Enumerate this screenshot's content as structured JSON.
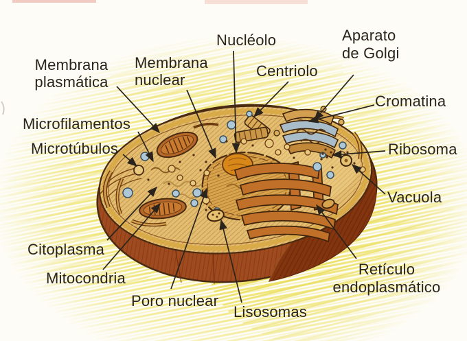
{
  "diagram": {
    "type": "cell-anatomy-diagram",
    "language": "es"
  },
  "labels": {
    "membrana_plasmatica": [
      "Membrana",
      "plasmática"
    ],
    "membrana_nuclear": [
      "Membrana",
      "nuclear"
    ],
    "nucleolo": "Nucléolo",
    "centriolo": "Centriolo",
    "aparato_golgi": [
      "Aparato",
      "de Golgi"
    ],
    "cromatina": "Cromatina",
    "microfilamentos": "Microfilamentos",
    "microtubulos": "Microtúbulos",
    "ribosoma": "Ribosoma",
    "vacuola": "Vacuola",
    "citoplasma": "Citoplasma",
    "mitocondria": "Mitocondria",
    "poro_nuclear": "Poro nuclear",
    "lisosomas": "Lisosomas",
    "reticulo_endoplasmatico": [
      "Retículo",
      "endoplasmático"
    ]
  },
  "colors": {
    "background": "#fdfcf6",
    "glow_yellow": "#efe470",
    "glow_yellow_pale": "#f7f0ae",
    "glow_yellow_deep": "#e9dc55",
    "cytoplasm_tan": "#e3be72",
    "cytoplasm_hatch": "#c9994c",
    "cut_bottom_brown": "#a04b1f",
    "cut_bottom_hatch": "#8a3d16",
    "outer_dome_brown": "#83350f",
    "outer_dome_hatch": "#6e2a0a",
    "membrane_gold": "#d8a845",
    "outline_dark": "#4a2a10",
    "nucleus_tan": "#d8a44e",
    "nucleus_hatch": "#b07c2e",
    "nucleolus_orange": "#d88818",
    "er_brown": "#c1702a",
    "organelle_brown": "#b5682a",
    "vesicle_blue": "#afc8d8",
    "golgi_gray": "#a8bcc9",
    "label_text": "#2a241c",
    "pointer_line": "#2a241c"
  }
}
